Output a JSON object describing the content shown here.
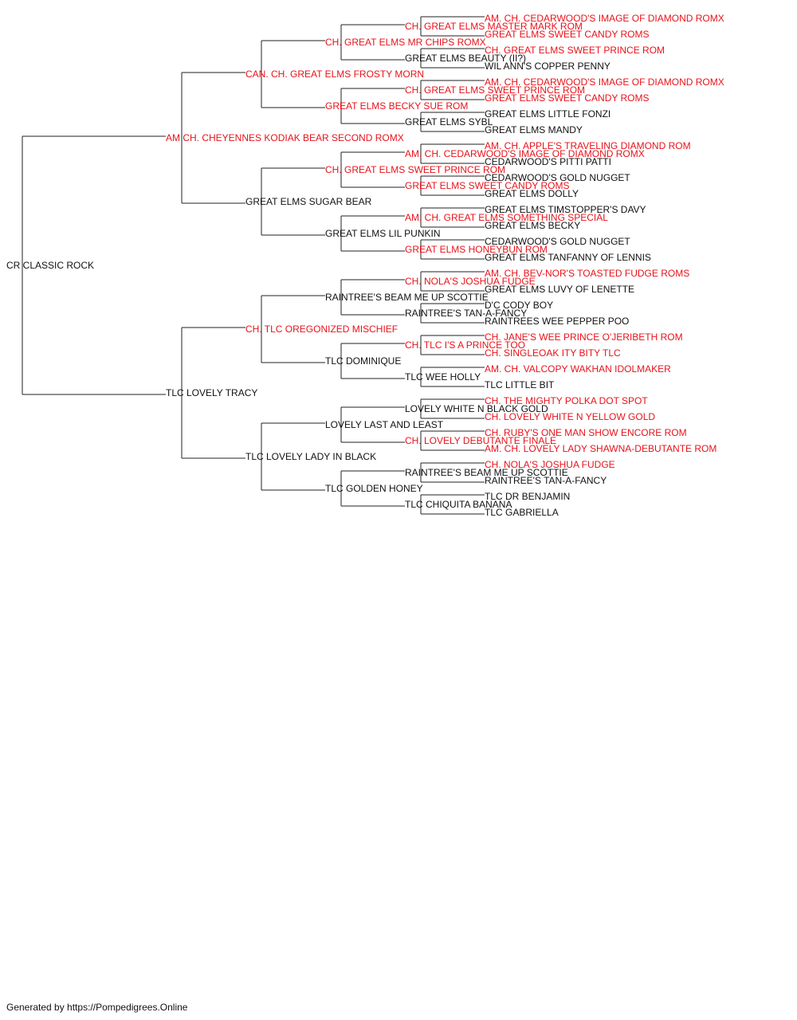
{
  "colors": {
    "champion": "#e8121a",
    "regular": "#111111",
    "line": "#222222"
  },
  "footer": "Generated by https://Pompedigrees.Online",
  "pedigree": {
    "name": "CR CLASSIC ROCK",
    "champion": false,
    "sire": {
      "name": "AM CH. CHEYENNES KODIAK BEAR SECOND ROMX",
      "champion": true,
      "sire": {
        "name": "CAN. CH. GREAT ELMS FROSTY MORN",
        "champion": true,
        "sire": {
          "name": "CH. GREAT ELMS MR CHIPS ROMX",
          "champion": true,
          "sire": {
            "name": "CH. GREAT ELMS MASTER MARK ROM",
            "champion": true,
            "sire": {
              "name": "AM. CH. CEDARWOOD'S IMAGE OF DIAMOND ROMX",
              "champion": true
            },
            "dam": {
              "name": "GREAT ELMS SWEET CANDY ROMS",
              "champion": true
            }
          },
          "dam": {
            "name": "GREAT ELMS BEAUTY (II?)",
            "champion": false,
            "sire": {
              "name": "CH. GREAT ELMS SWEET PRINCE ROM",
              "champion": true
            },
            "dam": {
              "name": "WIL ANN'S COPPER PENNY",
              "champion": false
            }
          }
        },
        "dam": {
          "name": "GREAT ELMS BECKY SUE ROM",
          "champion": true,
          "sire": {
            "name": "CH. GREAT ELMS SWEET PRINCE ROM",
            "champion": true,
            "sire": {
              "name": "AM. CH. CEDARWOOD'S IMAGE OF DIAMOND ROMX",
              "champion": true
            },
            "dam": {
              "name": "GREAT ELMS SWEET CANDY ROMS",
              "champion": true
            }
          },
          "dam": {
            "name": "GREAT ELMS SYBL",
            "champion": false,
            "sire": {
              "name": "GREAT ELMS LITTLE FONZI",
              "champion": false
            },
            "dam": {
              "name": "GREAT ELMS MANDY",
              "champion": false
            }
          }
        }
      },
      "dam": {
        "name": "GREAT ELMS SUGAR BEAR",
        "champion": false,
        "sire": {
          "name": "CH. GREAT ELMS SWEET PRINCE ROM",
          "champion": true,
          "sire": {
            "name": "AM. CH. CEDARWOOD'S IMAGE OF DIAMOND ROMX",
            "champion": true,
            "sire": {
              "name": "AM. CH. APPLE'S TRAVELING DIAMOND ROM",
              "champion": true
            },
            "dam": {
              "name": "CEDARWOOD'S PITTI PATTI",
              "champion": false
            }
          },
          "dam": {
            "name": "GREAT ELMS SWEET CANDY ROMS",
            "champion": true,
            "sire": {
              "name": "CEDARWOOD'S GOLD NUGGET",
              "champion": false
            },
            "dam": {
              "name": "GREAT ELMS DOLLY",
              "champion": false
            }
          }
        },
        "dam": {
          "name": "GREAT ELMS LIL PUNKIN",
          "champion": false,
          "sire": {
            "name": "AM. CH. GREAT ELMS SOMETHING SPECIAL",
            "champion": true,
            "sire": {
              "name": "GREAT ELMS TIMSTOPPER'S DAVY",
              "champion": false
            },
            "dam": {
              "name": "GREAT ELMS BECKY",
              "champion": false
            }
          },
          "dam": {
            "name": "GREAT ELMS HONEYBUN ROM",
            "champion": true,
            "sire": {
              "name": "CEDARWOOD'S GOLD NUGGET",
              "champion": false
            },
            "dam": {
              "name": "GREAT ELMS TANFANNY OF LENNIS",
              "champion": false
            }
          }
        }
      }
    },
    "dam": {
      "name": "TLC LOVELY TRACY",
      "champion": false,
      "sire": {
        "name": "CH. TLC OREGONIZED MISCHIEF",
        "champion": true,
        "sire": {
          "name": "RAINTREE'S BEAM ME UP SCOTTIE",
          "champion": false,
          "sire": {
            "name": "CH. NOLA'S JOSHUA FUDGE",
            "champion": true,
            "sire": {
              "name": "AM. CH. BEV-NOR'S TOASTED FUDGE ROMS",
              "champion": true
            },
            "dam": {
              "name": "GREAT ELMS LUVY OF LENETTE",
              "champion": false
            }
          },
          "dam": {
            "name": "RAINTREE'S TAN-A-FANCY",
            "champion": false,
            "sire": {
              "name": "D'C CODY BOY",
              "champion": false
            },
            "dam": {
              "name": "RAINTREES WEE PEPPER POO",
              "champion": false
            }
          }
        },
        "dam": {
          "name": "TLC DOMINIQUE",
          "champion": false,
          "sire": {
            "name": "CH. TLC I'S A PRINCE TOO",
            "champion": true,
            "sire": {
              "name": "CH. JANE'S WEE PRINCE O'JERIBETH ROM",
              "champion": true
            },
            "dam": {
              "name": "CH. SINGLEOAK ITY BITY TLC",
              "champion": true
            }
          },
          "dam": {
            "name": "TLC WEE HOLLY",
            "champion": false,
            "sire": {
              "name": "AM. CH. VALCOPY WAKHAN IDOLMAKER",
              "champion": true
            },
            "dam": {
              "name": "TLC LITTLE BIT",
              "champion": false
            }
          }
        }
      },
      "dam": {
        "name": "TLC LOVELY LADY IN BLACK",
        "champion": false,
        "sire": {
          "name": "LOVELY LAST AND LEAST",
          "champion": false,
          "sire": {
            "name": "LOVELY WHITE N BLACK GOLD",
            "champion": false,
            "sire": {
              "name": "CH. THE MIGHTY POLKA DOT SPOT",
              "champion": true
            },
            "dam": {
              "name": "CH. LOVELY WHITE N YELLOW GOLD",
              "champion": true
            }
          },
          "dam": {
            "name": "CH. LOVELY DEBUTANTE FINALE",
            "champion": true,
            "sire": {
              "name": "CH. RUBY'S ONE MAN SHOW ENCORE ROM",
              "champion": true
            },
            "dam": {
              "name": "AM. CH. LOVELY LADY SHAWNA-DEBUTANTE ROM",
              "champion": true
            }
          }
        },
        "dam": {
          "name": "TLC GOLDEN HONEY",
          "champion": false,
          "sire": {
            "name": "RAINTREE'S BEAM ME UP SCOTTIE",
            "champion": false,
            "sire": {
              "name": "CH. NOLA'S JOSHUA FUDGE",
              "champion": true
            },
            "dam": {
              "name": "RAINTREE'S TAN-A-FANCY",
              "champion": false
            }
          },
          "dam": {
            "name": "TLC CHIQUITA BANANA",
            "champion": false,
            "sire": {
              "name": "TLC DR BENJAMIN",
              "champion": false
            },
            "dam": {
              "name": "TLC GABRIELLA",
              "champion": false
            }
          }
        }
      }
    }
  }
}
